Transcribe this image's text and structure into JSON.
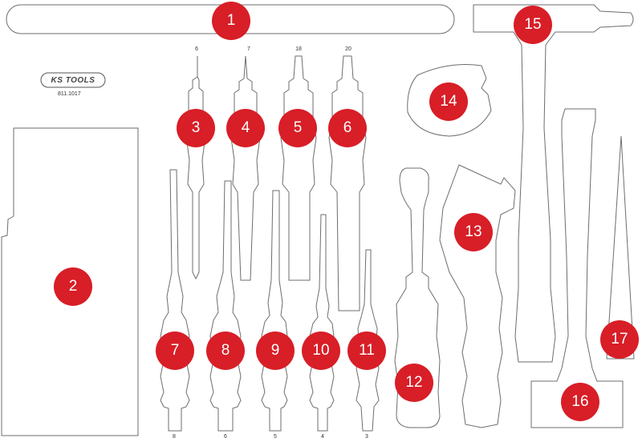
{
  "brand": {
    "logo_text": "KS TOOLS",
    "article_number": "811.1017"
  },
  "colors": {
    "badge": "#d81e27",
    "outline": "#6d6d6d",
    "background": "#ffffff"
  },
  "badges": [
    "1",
    "2",
    "3",
    "4",
    "5",
    "6",
    "7",
    "8",
    "9",
    "10",
    "11",
    "12",
    "13",
    "14",
    "15",
    "16",
    "17"
  ],
  "size_labels": {
    "top": [
      "6",
      "7",
      "18",
      "20"
    ],
    "bottom": [
      "8",
      "6",
      "5",
      "4",
      "3"
    ]
  }
}
